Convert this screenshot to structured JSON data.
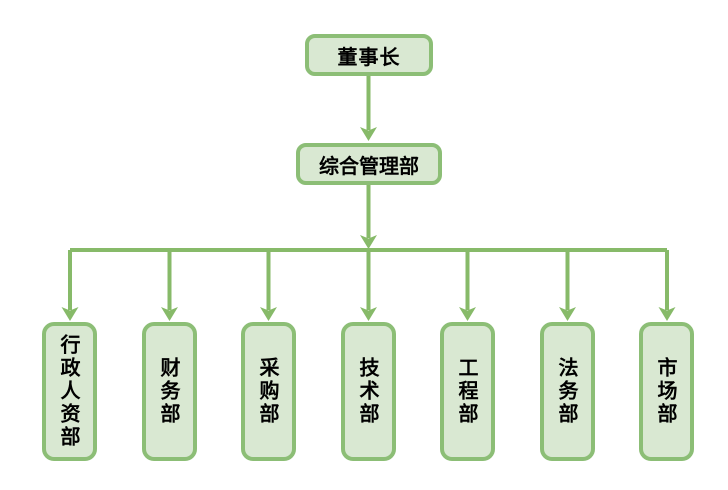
{
  "diagram": {
    "type": "org-chart",
    "root": {
      "label": "董事长"
    },
    "manager": {
      "label": "综合管理部"
    },
    "departments": [
      {
        "label": "行政人资部"
      },
      {
        "label": "财务部"
      },
      {
        "label": "采购部"
      },
      {
        "label": "技术部"
      },
      {
        "label": "工程部"
      },
      {
        "label": "法务部"
      },
      {
        "label": "市场部"
      }
    ]
  },
  "colors": {
    "node_fill": "#d9e8d2",
    "node_border": "#8cbe76",
    "connector": "#87ba69",
    "text": "#000000",
    "background": "#ffffff"
  }
}
